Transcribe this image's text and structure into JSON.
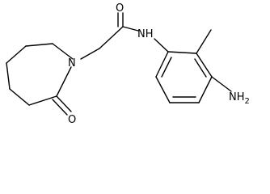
{
  "molecule": {
    "atoms": {
      "amide_oxygen": "O",
      "amide_nitrogen": "NH",
      "ring_nitrogen": "N",
      "lactam_oxygen": "O",
      "amino_group": "NH2"
    }
  }
}
